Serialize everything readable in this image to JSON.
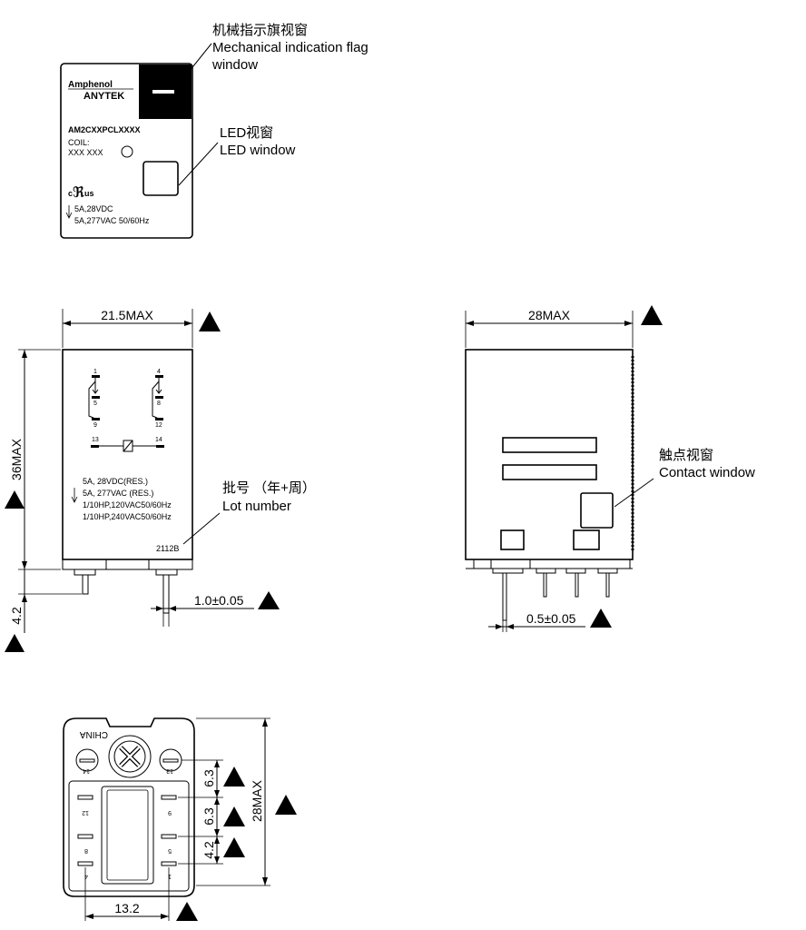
{
  "callouts": {
    "flag_cn": "机械指示旗视窗",
    "flag_en_1": "Mechanical indication flag",
    "flag_en_2": "window",
    "led_cn": "LED视窗",
    "led_en": "LED window",
    "lot_cn": "批号 （年+周）",
    "lot_en": "Lot number",
    "contact_cn": "触点视窗",
    "contact_en": "Contact window"
  },
  "top_label": {
    "brand_1": "Amphenol",
    "brand_2": "ANYTEK",
    "part_number": "AM2CXXPCLXXXX",
    "coil": "COIL:",
    "coil_value": "XXX XXX",
    "cert_c": "c",
    "cert_ul": "ℜ",
    "cert_us": "us",
    "rating_1": "5A,28VDC",
    "rating_2": "5A,277VAC 50/60Hz"
  },
  "front_view": {
    "width_dim": "21.5MAX",
    "height_dim": "36MAX",
    "pin_length_dim": "4.2",
    "pin_width_dim": "1.0±0.05",
    "terminals": [
      "1",
      "5",
      "9",
      "4",
      "8",
      "12",
      "13",
      "14"
    ],
    "ratings": [
      "5A, 28VDC(RES.)",
      "5A, 277VAC (RES.)",
      "1/10HP,120VAC50/60Hz",
      "1/10HP,240VAC50/60Hz"
    ],
    "lot_code": "2112B"
  },
  "side_view": {
    "depth_dim": "28MAX",
    "pin_width_dim": "0.5±0.05"
  },
  "bottom_view": {
    "origin_mark": "CHINA",
    "pin_pitch_1": "6.3",
    "pin_pitch_2": "6.3",
    "pin_pitch_3": "4.2",
    "depth_dim": "28MAX",
    "row_spacing_dim": "13.2",
    "pin_labels": [
      "14",
      "13",
      "12",
      "9",
      "8",
      "5",
      "4",
      "1"
    ]
  }
}
